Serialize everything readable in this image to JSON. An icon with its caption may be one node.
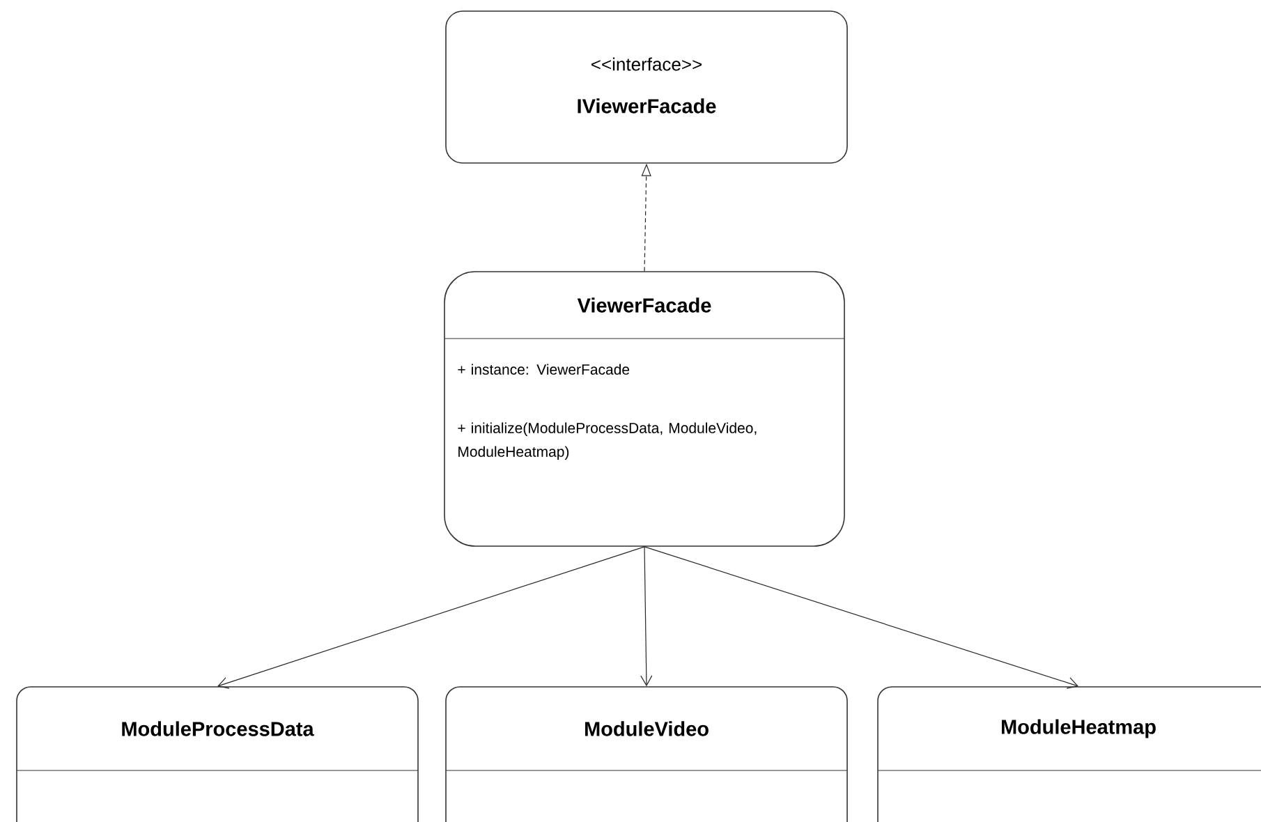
{
  "diagram": {
    "nodes": [
      {
        "text": [
          "<<interface>>",
          "IViewerFacade"
        ]
      },
      {
        "text": [
          "ViewerFacade",
          "+ instance: ViewerFacade",
          "+ initialize(ModuleProcessData, ModuleVideo, ModuleHeatmap)"
        ]
      },
      {
        "text": [
          "ModuleProcessData"
        ]
      },
      {
        "text": [
          "ModuleVideo"
        ]
      },
      {
        "text": [
          "ModuleHeatmap"
        ]
      }
    ],
    "edges": [
      {
        "from": 1,
        "to": 0,
        "arrow": "to",
        "style": "dashed"
      },
      {
        "from": 1,
        "to": 2,
        "arrow": "to"
      },
      {
        "from": 1,
        "to": 3,
        "arrow": "to"
      },
      {
        "from": 1,
        "to": 4,
        "arrow": "to"
      }
    ]
  }
}
